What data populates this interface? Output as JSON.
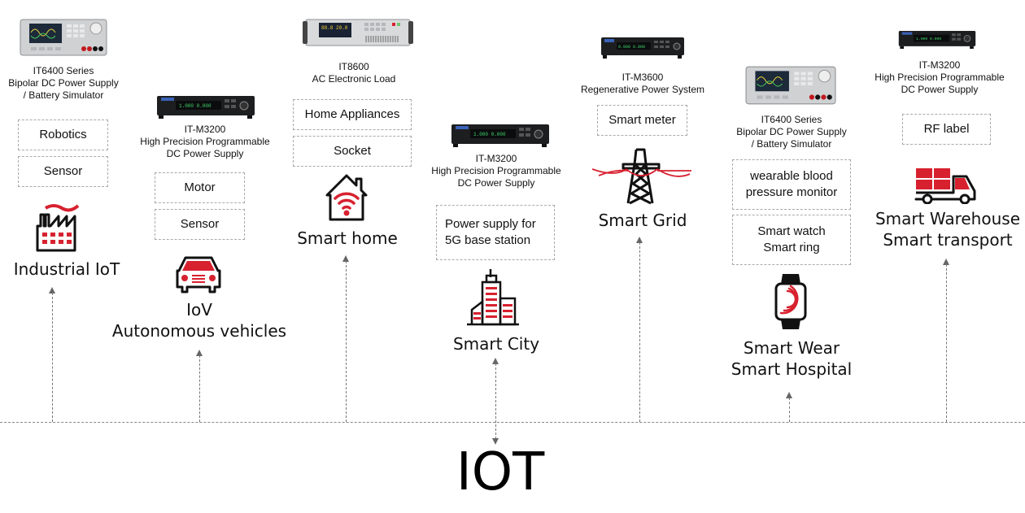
{
  "colors": {
    "accent": "#d7212f",
    "line": "#888888",
    "text": "#111111"
  },
  "root_label": "IOT",
  "applications": [
    {
      "title": [
        "Industrial IoT"
      ],
      "icon": "factory-icon",
      "product": [
        "IT6400 Series",
        "Bipolar DC Power Supply",
        "/ Battery Simulator"
      ],
      "uses": [
        [
          "Robotics"
        ],
        [
          "Sensor"
        ]
      ]
    },
    {
      "title": [
        "IoV",
        "Autonomous vehicles"
      ],
      "icon": "car-icon",
      "product": [
        "IT-M3200",
        "High Precision Programmable",
        "DC Power Supply"
      ],
      "uses": [
        [
          "Motor"
        ],
        [
          "Sensor"
        ]
      ]
    },
    {
      "title": [
        "Smart home"
      ],
      "icon": "smart-home-icon",
      "product": [
        "IT8600",
        "AC Electronic Load"
      ],
      "uses": [
        [
          "Home Appliances"
        ],
        [
          "Socket"
        ]
      ]
    },
    {
      "title": [
        "Smart City"
      ],
      "icon": "city-buildings-icon",
      "product": [
        "IT-M3200",
        "High Precision Programmable",
        "DC Power Supply"
      ],
      "uses": [
        [
          "Power supply for",
          "5G base station"
        ]
      ]
    },
    {
      "title": [
        "Smart Grid"
      ],
      "icon": "power-tower-icon",
      "product": [
        "IT-M3600",
        "Regenerative Power System"
      ],
      "uses": [
        [
          "Smart meter"
        ]
      ]
    },
    {
      "title": [
        "Smart Wear",
        "Smart Hospital"
      ],
      "icon": "smartwatch-icon",
      "product": [
        "IT6400 Series",
        "Bipolar DC Power Supply",
        "/ Battery Simulator"
      ],
      "uses": [
        [
          "wearable blood",
          "pressure monitor"
        ],
        [
          "Smart watch",
          "Smart ring"
        ]
      ]
    },
    {
      "title": [
        "Smart Warehouse",
        "Smart transport"
      ],
      "icon": "delivery-truck-icon",
      "product": [
        "IT-M3200",
        "High Precision Programmable",
        "DC Power Supply"
      ],
      "uses": [
        [
          "RF label"
        ]
      ]
    }
  ]
}
